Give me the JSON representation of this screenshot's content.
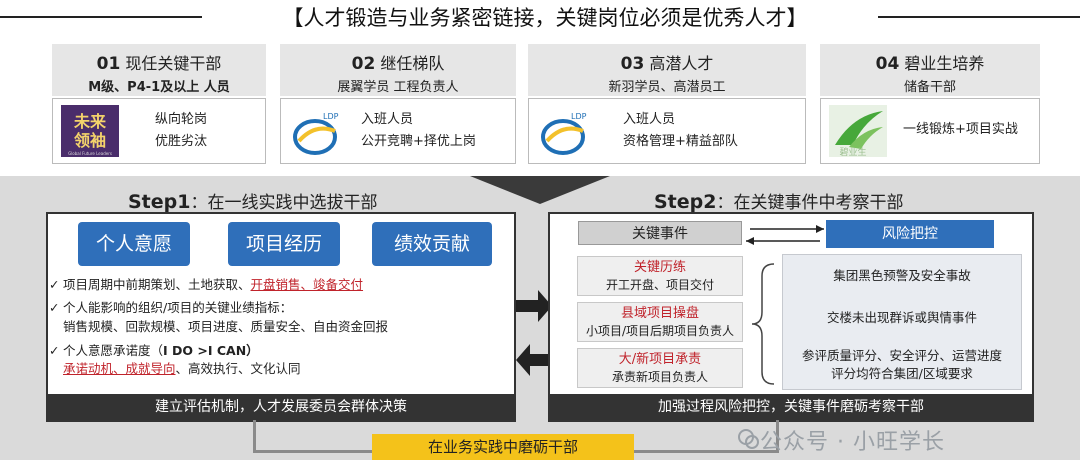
{
  "title": "【人才锻造与业务紧密链接，关键岗位必须是优秀人才】",
  "cards": [
    {
      "num": "01",
      "title": "现任关键干部",
      "subtitle": "M级、P4-1及以上 人员",
      "lines": [
        "纵向轮岗",
        "优胜劣汰"
      ],
      "logo": "未来领袖",
      "logo_sub": "Global Future Leaders"
    },
    {
      "num": "02",
      "title": "继任梯队",
      "subtitle": "展翼学员 工程负责人",
      "lines": [
        "入班人员",
        "公开竞聘+择优上岗"
      ],
      "logo": "LDP"
    },
    {
      "num": "03",
      "title": "高潜人才",
      "subtitle": "新羽学员、高潜员工",
      "lines": [
        "入班人员",
        "资格管理+精益部队"
      ],
      "logo": "LDP"
    },
    {
      "num": "04",
      "title": "碧业生培养",
      "subtitle": "储备干部",
      "lines": [
        "一线锻炼+项目实战"
      ],
      "logo": "碧业生"
    }
  ],
  "step1": {
    "label": "Step1",
    "title": "：在一线实践中选拔干部",
    "pills": [
      "个人意愿",
      "项目经历",
      "绩效贡献"
    ],
    "bullets": [
      {
        "a": "项目周期中前期策划、土地获取、",
        "b": "开盘销售、竣备交付",
        "c": ""
      },
      {
        "a": "个人能影响的组织/项目的关键业绩指标：",
        "b": "",
        "c": ""
      },
      {
        "a": "销售规模、回款规模、项目进度、质量安全、自由资金回报",
        "b": "",
        "c": ""
      },
      {
        "a": "个人意愿承诺度（",
        "b": "",
        "c": "I DO >I CAN）",
        "bold": "I DO >I CAN"
      },
      {
        "a": "",
        "b": "承诺动机、成就导向",
        "c": "、高效执行、文化认同"
      }
    ],
    "footer": "建立评估机制，人才发展委员会群体决策"
  },
  "step2": {
    "label": "Step2",
    "title": "：在关键事件中考察干部",
    "events_head": "关键事件",
    "risk_head": "风险把控",
    "events": [
      {
        "title": "关键历练",
        "sub": "开工开盘、项目交付"
      },
      {
        "title": "县域项目操盘",
        "sub": "小项目/项目后期项目负责人"
      },
      {
        "title": "大/新项目承责",
        "sub": "承责新项目负责人"
      }
    ],
    "risks": [
      "集团黑色预警及安全事故",
      "交楼未出现群诉或舆情事件",
      "参评质量评分、安全评分、运营进度评分均符合集团/区域要求"
    ],
    "footer": "加强过程风险把控，关键事件磨砺考察干部"
  },
  "bottom_label": "在业务实践中磨砺干部",
  "watermark": "公众号 · 小旺学长",
  "colors": {
    "accent": "#2f6fba",
    "red": "#c0232b",
    "yellow": "#f4c21a",
    "dark": "#333333"
  }
}
